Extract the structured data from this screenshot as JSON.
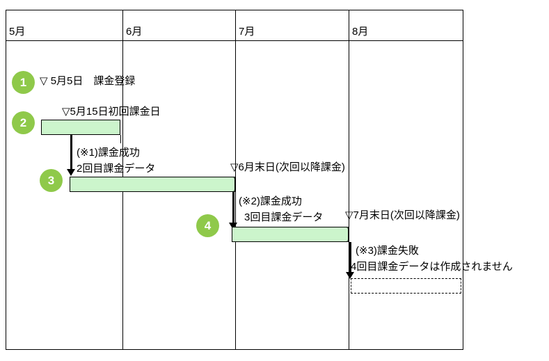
{
  "chart_data": {
    "type": "table",
    "title": "",
    "columns": [
      "5月",
      "6月",
      "7月",
      "8月"
    ],
    "rows": [
      {
        "milestone": "1",
        "label": "▽ 5月5日　課金登録",
        "bar": null
      },
      {
        "milestone": "2",
        "label": "▽5月15日初回課金日",
        "bar": "5月15日 - 5月末"
      },
      {
        "milestone": "3",
        "label": "2回目課金データ",
        "bar": "5月末 - 6月末日"
      },
      {
        "milestone": "4",
        "label": "3回目課金データ",
        "bar": "6月末日 - 7月末日"
      },
      {
        "milestone": "",
        "label": "4回目課金データは作成されません",
        "bar": "7月末日 - 8月末 (dotted / not created)"
      }
    ],
    "annotations": [
      "(※1)課金成功",
      "(※2)課金成功",
      "(※3)課金失敗"
    ]
  },
  "timeline": {
    "months": [
      {
        "label": "5月"
      },
      {
        "label": "6月"
      },
      {
        "label": "7月"
      },
      {
        "label": "8月"
      }
    ]
  },
  "milestones": [
    {
      "number": "1"
    },
    {
      "number": "2"
    },
    {
      "number": "3"
    },
    {
      "number": "4"
    }
  ],
  "labels": {
    "registration": "▽ 5月5日　課金登録",
    "first_billing": "▽5月15日初回課金日",
    "note1": "(※1)課金成功",
    "data2": "2回目課金データ",
    "june_end": "▽6月末日(次回以降課金)",
    "note2": "(※2)課金成功",
    "data3": "3回目課金データ",
    "july_end": "▽7月末日(次回以降課金)",
    "note3": "(※3)課金失敗",
    "data4_failed": "4回目課金データは作成されません"
  },
  "colors": {
    "bar_fill": "#CCF5CC",
    "milestone_fill": "#8FC94A",
    "line": "#000000",
    "background": "#FFFFFF"
  }
}
